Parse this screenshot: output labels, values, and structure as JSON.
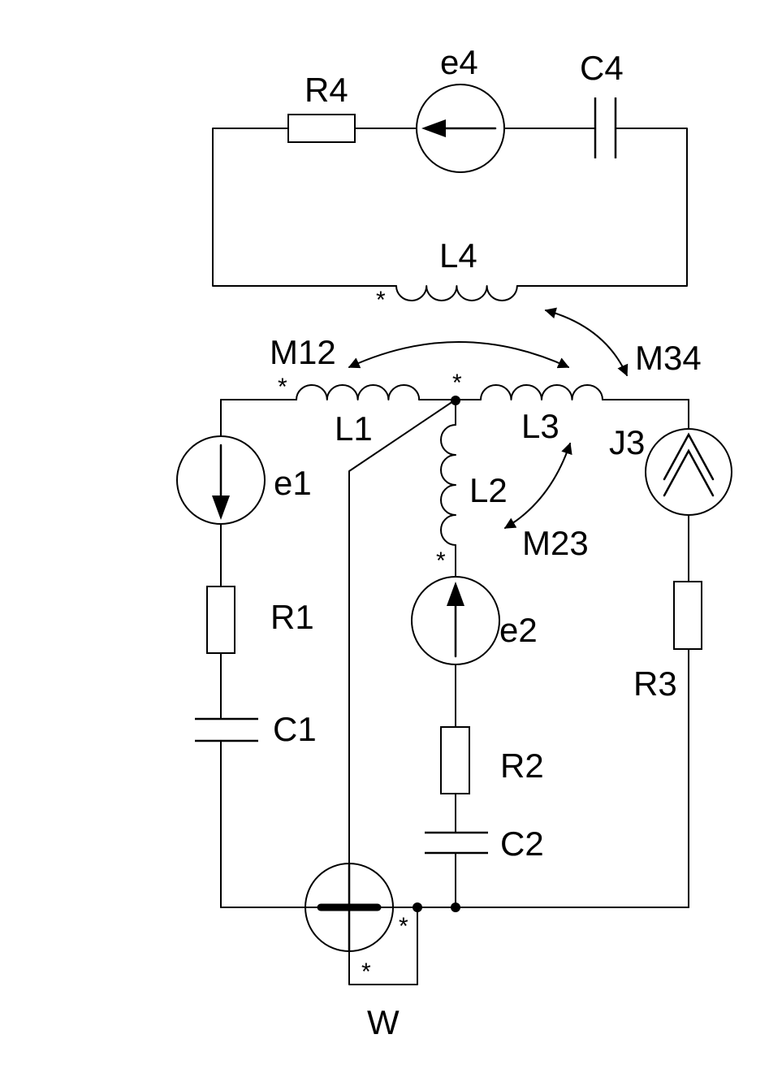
{
  "labels": {
    "R4": "R4",
    "e4": "e4",
    "C4": "C4",
    "L4": "L4",
    "M12": "M12",
    "M34": "M34",
    "L1": "L1",
    "L3": "L3",
    "J3": "J3",
    "e1": "e1",
    "L2": "L2",
    "M23": "M23",
    "R1": "R1",
    "e2": "e2",
    "R3": "R3",
    "C1": "C1",
    "R2": "R2",
    "C2": "C2",
    "W": "W"
  },
  "polarity_mark": "*"
}
